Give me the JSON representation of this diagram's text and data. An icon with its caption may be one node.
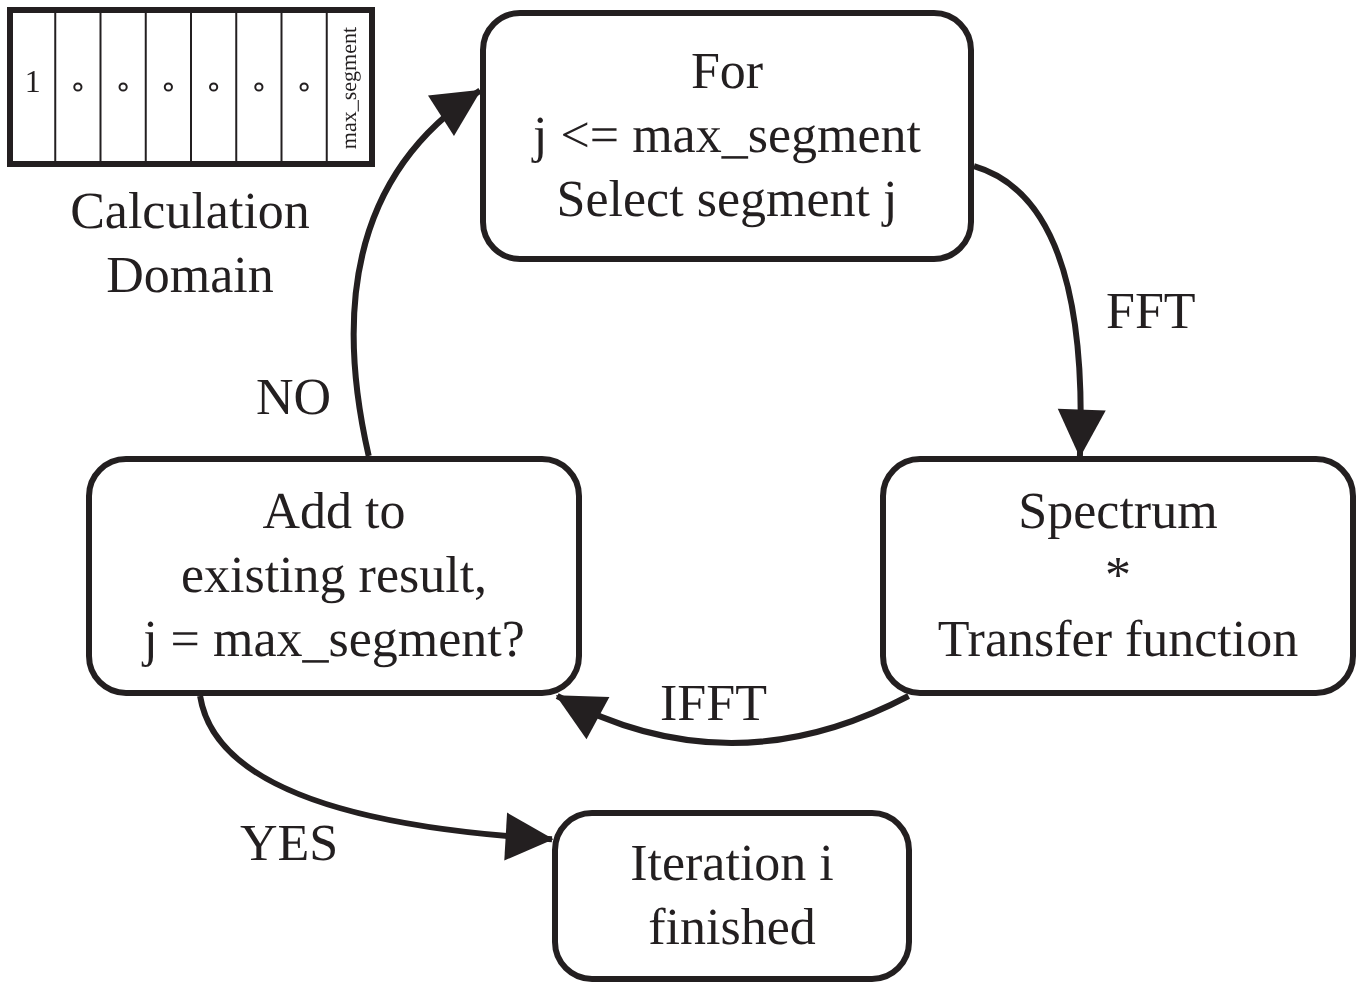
{
  "diagram": {
    "nodes": [
      {
        "text": [
          "For",
          "j <= max_segment",
          "Select segment j"
        ]
      },
      {
        "text": [
          "Spectrum",
          "*",
          "Transfer function"
        ]
      },
      {
        "text": [
          "Add to",
          "existing result,",
          "j = max_segment?"
        ]
      },
      {
        "text": [
          "Iteration i",
          "finished"
        ]
      }
    ],
    "edges": [
      {
        "from": 0,
        "to": 1,
        "arrow": "to",
        "label": "FFT"
      },
      {
        "from": 1,
        "to": 2,
        "arrow": "to",
        "label": "IFFT"
      },
      {
        "from": 2,
        "to": 0,
        "arrow": "to",
        "label": "NO"
      },
      {
        "from": 2,
        "to": 3,
        "arrow": "to",
        "label": "YES"
      }
    ],
    "labels": [
      "1",
      "max_segment",
      "Calculation Domain"
    ]
  }
}
